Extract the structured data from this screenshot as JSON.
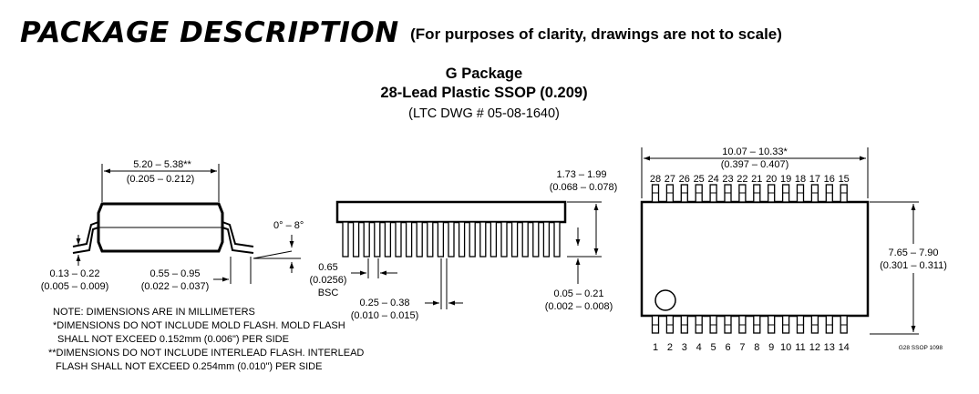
{
  "header": {
    "title": "PACKAGE DESCRIPTION",
    "subtitle": "(For purposes of clarity, drawings are not to scale)"
  },
  "package": {
    "name": "G Package",
    "type": "28-Lead Plastic SSOP (0.209)",
    "drawing": "(LTC DWG # 05-08-1640)"
  },
  "side_view": {
    "body_width_mm": "5.20 – 5.38**",
    "body_width_in": "(0.205 – 0.212)",
    "lead_thick_mm": "0.13 – 0.22",
    "lead_thick_in": "(0.005 – 0.009)",
    "foot_len_mm": "0.55 – 0.95",
    "foot_len_in": "(0.022 – 0.037)",
    "angle": "0° – 8°"
  },
  "front_view": {
    "height_mm": "1.73 – 1.99",
    "height_in": "(0.068 – 0.078)",
    "pitch_mm": "0.65",
    "pitch_in": "(0.0256)",
    "pitch_note": "BSC",
    "lead_width_mm": "0.25 – 0.38",
    "lead_width_in": "(0.010 – 0.015)",
    "standoff_mm": "0.05 – 0.21",
    "standoff_in": "(0.002 – 0.008)",
    "lead_count": 21
  },
  "top_view": {
    "length_mm": "10.07 – 10.33*",
    "length_in": "(0.397 – 0.407)",
    "width_mm": "7.65 – 7.90",
    "width_in": "(0.301 – 0.311)",
    "top_pins": [
      "28",
      "27",
      "26",
      "25",
      "24",
      "23",
      "22",
      "21",
      "20",
      "19",
      "18",
      "17",
      "16",
      "15"
    ],
    "bottom_pins": [
      "1",
      "2",
      "3",
      "4",
      "5",
      "6",
      "7",
      "8",
      "9",
      "10",
      "11",
      "12",
      "13",
      "14"
    ],
    "code": "G28 SSOP 1098"
  },
  "notes": [
    "NOTE: DIMENSIONS ARE IN MILLIMETERS",
    "*DIMENSIONS DO NOT INCLUDE MOLD FLASH. MOLD FLASH",
    "SHALL NOT EXCEED 0.152mm (0.006\") PER SIDE",
    "**DIMENSIONS DO NOT INCLUDE INTERLEAD FLASH. INTERLEAD",
    "FLASH SHALL NOT EXCEED 0.254mm (0.010\") PER SIDE"
  ]
}
